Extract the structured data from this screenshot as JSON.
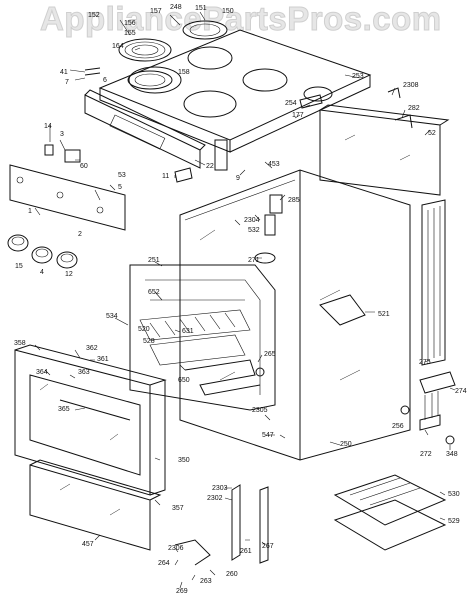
{
  "watermark": "AppliancePartsPros.com",
  "footer": "",
  "parts": {
    "p157": "157",
    "p248": "248",
    "p151": "151",
    "p150": "150",
    "p152": "152",
    "p156": "156",
    "p155": "155",
    "p164": "164",
    "p158": "158",
    "p41": "41",
    "p7": "7",
    "p6": "6",
    "p253": "253",
    "p2308": "2308",
    "p282": "282",
    "p52": "52",
    "p254": "254",
    "p177": "177",
    "p14": "14",
    "p3": "3",
    "p60": "60",
    "p22": "22",
    "p453": "453",
    "p9": "9",
    "p53": "53",
    "p5": "5",
    "p11": "11",
    "p1": "1",
    "p2": "2",
    "p15": "15",
    "p4": "4",
    "p12": "12",
    "p285": "285",
    "p2304": "2304",
    "p532": "532",
    "p271": "271",
    "p251": "251",
    "p652": "652",
    "p534": "534",
    "p631": "631",
    "p520": "520",
    "p528": "528",
    "p521": "521",
    "p650": "650",
    "p265": "265",
    "p275": "275",
    "p358": "358",
    "p362": "362",
    "p361": "361",
    "p364": "364",
    "p363": "363",
    "p365": "365",
    "p274": "274",
    "p2305": "2305",
    "p256": "256",
    "p547": "547",
    "p250": "250",
    "p272": "272",
    "p348": "348",
    "p350": "350",
    "p2303": "2303",
    "p2302": "2302",
    "p357": "357",
    "p530": "530",
    "p529": "529",
    "p457": "457",
    "p261": "261",
    "p267": "267",
    "p2306": "2306",
    "p264": "264",
    "p260": "260",
    "p263": "263",
    "p269": "269"
  }
}
